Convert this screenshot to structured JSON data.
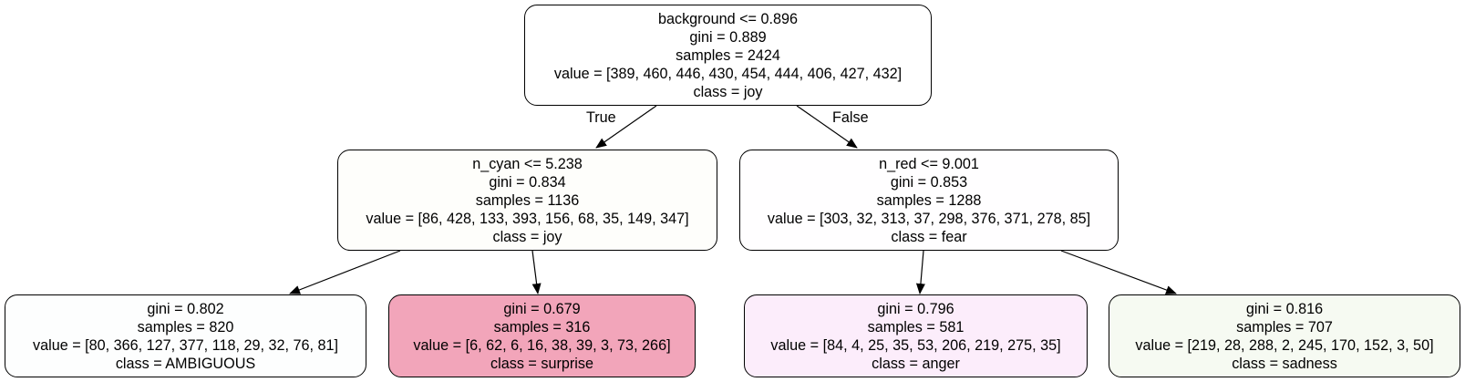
{
  "nodes": [
    {
      "id": "root",
      "lines": [
        "background <= 0.896",
        "gini = 0.889",
        "samples = 2424",
        "value = [389, 460, 446, 430, 454, 444, 406, 427, 432]",
        "class = joy"
      ],
      "fill": "#ffffff"
    },
    {
      "id": "left",
      "lines": [
        "n_cyan <= 5.238",
        "gini = 0.834",
        "samples = 1136",
        "value = [86, 428, 133, 393, 156, 68, 35, 149, 347]",
        "class = joy"
      ],
      "fill": "#fefefb"
    },
    {
      "id": "right",
      "lines": [
        "n_red <= 9.001",
        "gini = 0.853",
        "samples = 1288",
        "value = [303, 32, 313, 37, 298, 376, 371, 278, 85]",
        "class = fear"
      ],
      "fill": "#fffeff"
    },
    {
      "id": "leaf-ambiguous",
      "lines": [
        "gini = 0.802",
        "samples = 820",
        "value = [80, 366, 127, 377, 118, 29, 32, 76, 81]",
        "class = AMBIGUOUS"
      ],
      "fill": "#fdfefe"
    },
    {
      "id": "leaf-surprise",
      "lines": [
        "gini = 0.679",
        "samples = 316",
        "value = [6, 62, 6, 16, 38, 39, 3, 73, 266]",
        "class = surprise"
      ],
      "fill": "#f2a5ba"
    },
    {
      "id": "leaf-anger",
      "lines": [
        "gini = 0.796",
        "samples = 581",
        "value = [84, 4, 25, 35, 53, 206, 219, 275, 35]",
        "class = anger"
      ],
      "fill": "#fcedfb"
    },
    {
      "id": "leaf-sadness",
      "lines": [
        "gini = 0.816",
        "samples = 707",
        "value = [219, 28, 288, 2, 245, 170, 152, 3, 50]",
        "class = sadness"
      ],
      "fill": "#f6faf2"
    }
  ],
  "edge_labels": {
    "true_label": "True",
    "false_label": "False"
  },
  "colors": {
    "stroke": "#000000"
  }
}
